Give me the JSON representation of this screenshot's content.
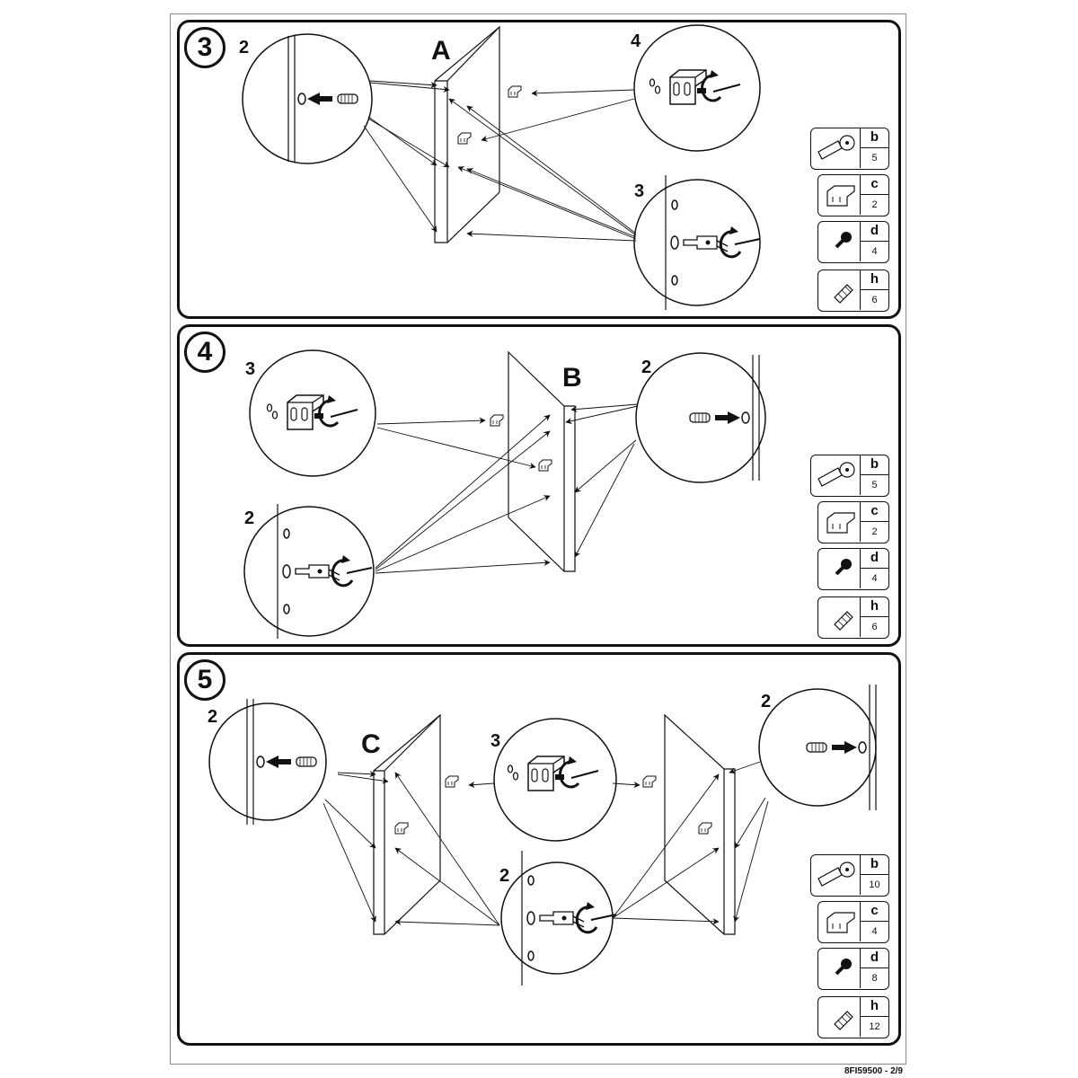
{
  "steps": [
    {
      "number": "3",
      "panel_label": "A",
      "callouts": [
        "2",
        "4",
        "3"
      ],
      "parts": [
        {
          "letter": "b",
          "qty": "5",
          "icon": "cam-bolt-icon"
        },
        {
          "letter": "c",
          "qty": "2",
          "icon": "angle-bracket-icon"
        },
        {
          "letter": "d",
          "qty": "4",
          "icon": "screw-icon"
        },
        {
          "letter": "h",
          "qty": "6",
          "icon": "wooden-dowel-icon"
        }
      ]
    },
    {
      "number": "4",
      "panel_label": "B",
      "callouts": [
        "3",
        "2",
        "2"
      ],
      "parts": [
        {
          "letter": "b",
          "qty": "5",
          "icon": "cam-bolt-icon"
        },
        {
          "letter": "c",
          "qty": "2",
          "icon": "angle-bracket-icon"
        },
        {
          "letter": "d",
          "qty": "4",
          "icon": "screw-icon"
        },
        {
          "letter": "h",
          "qty": "6",
          "icon": "wooden-dowel-icon"
        }
      ]
    },
    {
      "number": "5",
      "panel_label": "C",
      "callouts": [
        "2",
        "3",
        "2",
        "2"
      ],
      "parts": [
        {
          "letter": "b",
          "qty": "10",
          "icon": "cam-bolt-icon"
        },
        {
          "letter": "c",
          "qty": "4",
          "icon": "angle-bracket-icon"
        },
        {
          "letter": "d",
          "qty": "8",
          "icon": "screw-icon"
        },
        {
          "letter": "h",
          "qty": "12",
          "icon": "wooden-dowel-icon"
        }
      ]
    }
  ],
  "footer": {
    "doc_id": "8FI59500 - 2/9"
  }
}
